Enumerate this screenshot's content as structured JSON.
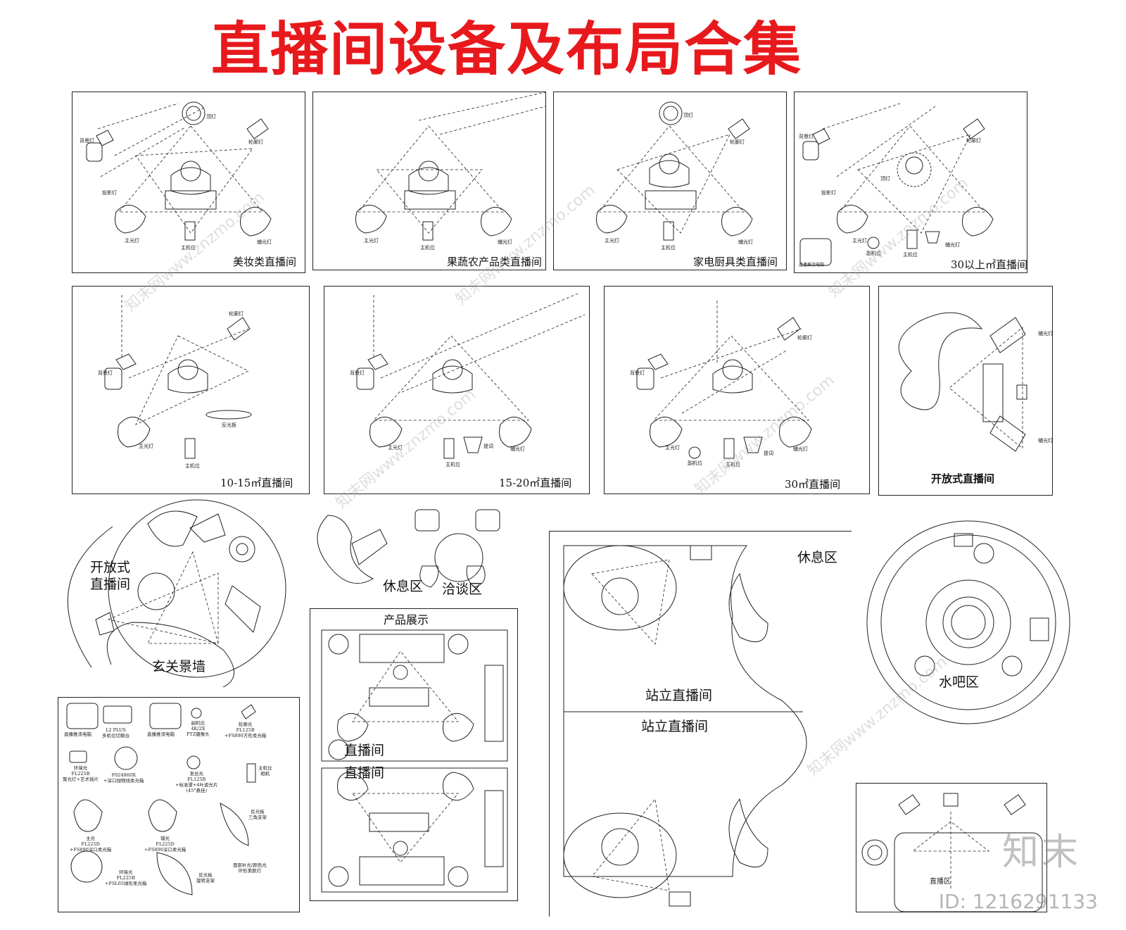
{
  "title": "直播间设备及布局合集",
  "panels": {
    "p1": {
      "caption": "美妆类直播间",
      "labels": {
        "top": "顶灯",
        "back": "背景灯",
        "rim": "轮廓灯",
        "proj": "投影灯",
        "main": "主光灯",
        "fill": "辅光灯",
        "cam": "主机位"
      }
    },
    "p2": {
      "caption": "果蔬农产品类直播间",
      "labels": {
        "main": "主光灯",
        "fill": "辅光灯",
        "cam": "主机位"
      }
    },
    "p3": {
      "caption": "家电厨具类直播间",
      "labels": {
        "top": "顶灯",
        "rim": "轮廓灯",
        "main": "主光灯",
        "fill": "辅光灯",
        "cam": "主机位"
      }
    },
    "p4": {
      "caption": "30以上㎡直播间",
      "labels": {
        "back": "背景灯",
        "rim": "轮廓灯",
        "top": "顶灯",
        "proj": "投影灯",
        "main": "主光灯",
        "fill": "辅光灯",
        "sub": "副机位",
        "cam": "主机位",
        "pc": "直播推流电脑"
      }
    },
    "p5": {
      "caption": "10-15㎡直播间",
      "labels": {
        "back": "背景灯",
        "rim": "轮廓灯",
        "main": "主光灯",
        "reflector": "反光板",
        "cam": "主机位"
      }
    },
    "p6": {
      "caption": "15-20㎡直播间",
      "labels": {
        "back": "背景灯",
        "main": "主光灯",
        "cam": "主机位",
        "prompt": "提词",
        "fill": "辅光灯"
      }
    },
    "p7": {
      "caption": "30㎡直播间",
      "labels": {
        "back": "背景灯",
        "rim": "轮廓灯",
        "main": "主光灯",
        "sub": "副机位",
        "cam": "主机位",
        "prompt": "提词",
        "fill": "辅光灯"
      }
    },
    "p8": {
      "caption": "开放式直播间",
      "labels": {
        "fill1": "辅光灯",
        "fill2": "辅光灯"
      }
    }
  },
  "areas": {
    "open_live": "开放式\n直播间",
    "entry_wall": "玄关景墙",
    "rest1": "休息区",
    "talk": "洽谈区",
    "product": "产品展示",
    "live1": "直播间",
    "live2": "直播间",
    "stand1": "站立直播间",
    "stand2": "站立直播间",
    "rest2": "休息区",
    "bar": "水吧区",
    "live_zone": "直播区"
  },
  "legend": {
    "items": [
      "直播推流电脑",
      "L2 PLUS\n多机位切换台",
      "直播推流电脑",
      "副机位\n4K/2X\nPTZ摄像头",
      "轮廓光\nFL125B\n+FS890方形柔光箱",
      "环境光\nFL225B\n聚光灯+艺术插片",
      "F024860R\n+深口抛物线柔光箱",
      "发丝光\nFL125B\n+标准罩+4叶遮光片\n(45°悬挂)",
      "主机位\n相机",
      "主光\nFL225D\n+FS890深口柔光箱",
      "辅光\nFL225D\n+FS890深口柔光箱",
      "反光板\n三角支架",
      "环境光\nFL225B\n+FSL65球形柔光箱",
      "反光板\n旋转支架",
      "面部补光/颜色光\n环形美颜灯"
    ]
  },
  "brand": "知末",
  "id_text": "ID: 1216291133",
  "watermark": "知末网www.znzmo.com",
  "colors": {
    "title": "#e8191c",
    "line": "#222222"
  }
}
